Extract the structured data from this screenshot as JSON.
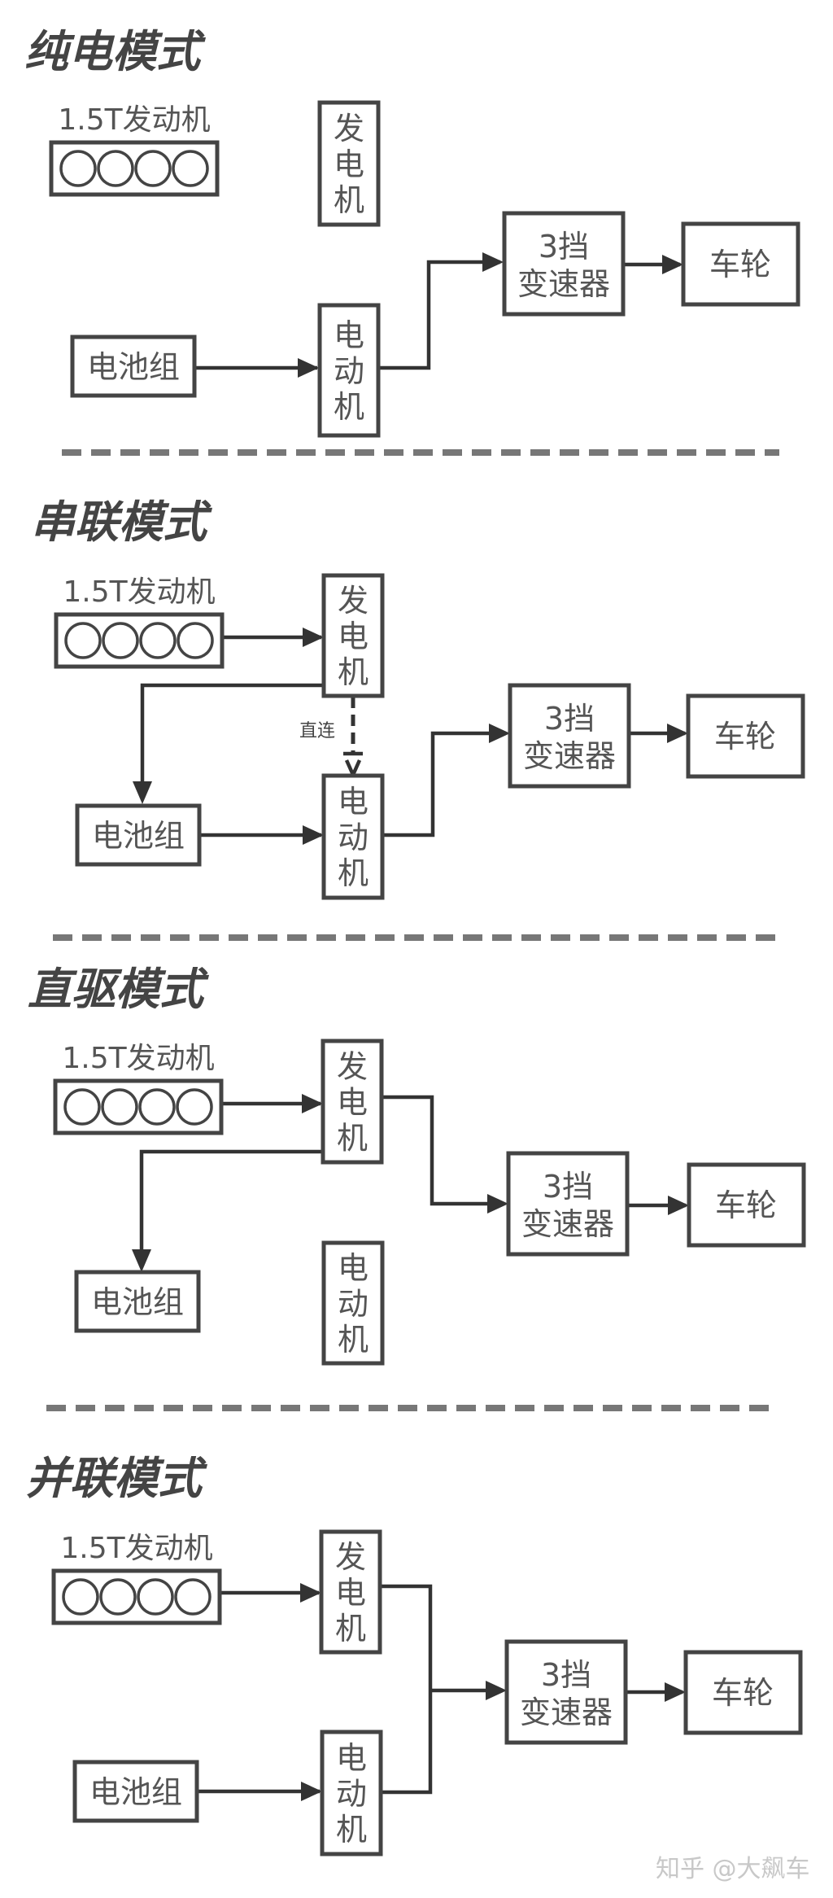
{
  "diagram": {
    "title": "Hybrid powertrain operating modes",
    "colors": {
      "box_stroke": "#444444",
      "arrow": "#333333",
      "text": "#555555",
      "separator": "#777777",
      "watermark": "#c8c8c8"
    },
    "labels": {
      "engine": "1.5T发动机",
      "generator": [
        "发",
        "电",
        "机"
      ],
      "motor": [
        "电",
        "动",
        "机"
      ],
      "battery": "电池组",
      "gearbox_line1": "3挡",
      "gearbox_line2": "变速器",
      "wheel": "车轮",
      "direct_link": "直连"
    },
    "sections": [
      {
        "id": "ev",
        "title": "纯电模式",
        "flows": [
          "电池组 → 电动机",
          "电动机 → 3挡变速器",
          "3挡变速器 → 车轮"
        ]
      },
      {
        "id": "series",
        "title": "串联模式",
        "flows": [
          "1.5T发动机 → 发电机",
          "发电机 → 电池组",
          "发电机 ⇢ 电动机 (直连)",
          "电池组 → 电动机",
          "电动机 → 3挡变速器",
          "3挡变速器 → 车轮"
        ]
      },
      {
        "id": "direct",
        "title": "直驱模式",
        "flows": [
          "1.5T发动机 → 发电机",
          "发电机 → 电池组",
          "发电机 → 3挡变速器",
          "3挡变速器 → 车轮"
        ]
      },
      {
        "id": "parallel",
        "title": "并联模式",
        "flows": [
          "1.5T发动机 → 发电机",
          "发电机 → 3挡变速器",
          "电池组 → 电动机",
          "电动机 → 3挡变速器",
          "3挡变速器 → 车轮"
        ]
      }
    ],
    "watermark": "知乎 @大飙车"
  }
}
